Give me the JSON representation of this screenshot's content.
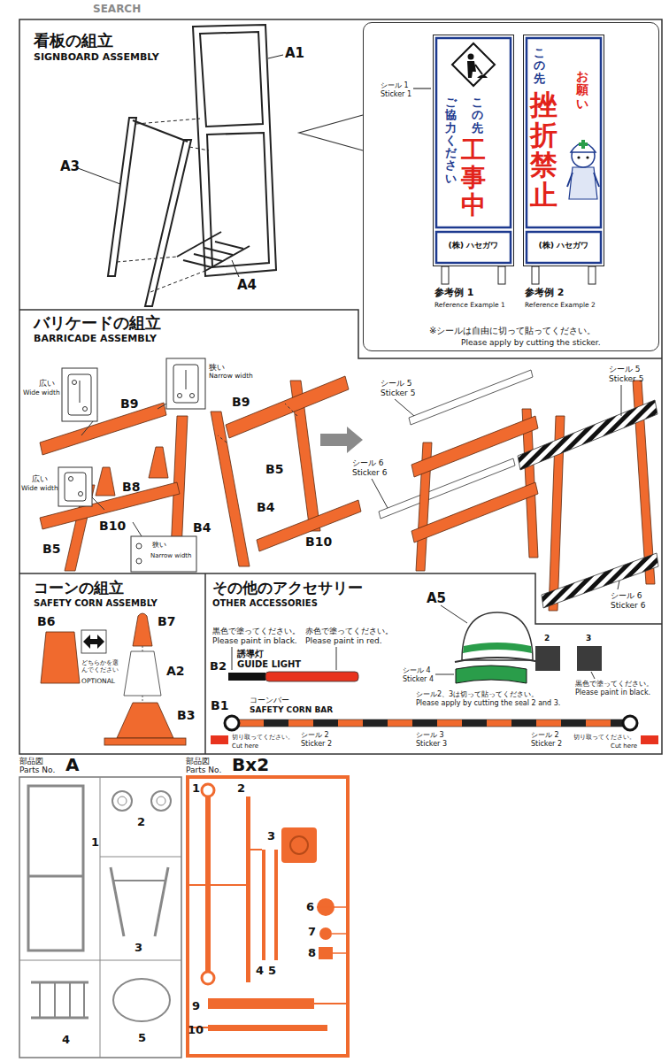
{
  "diagram": {
    "nodes": [
      {
        "text": [
          "看板の組立",
          "SIGNBOARD ASSEMBLY"
        ]
      },
      {
        "text": [
          "※シールは自由に切って貼ってください。",
          "Please apply by cutting the sticker."
        ]
      },
      {
        "text": [
          "この先",
          "工事中",
          "ご協力ください",
          "(株) ハセガワ",
          "参考例 1",
          "Reference Example 1"
        ],
        "in": 1
      },
      {
        "text": [
          "この先",
          "挫折禁止",
          "お願い",
          "(株) ハセガワ",
          "参考例 2",
          "Reference Example 2"
        ],
        "in": 1
      },
      {
        "text": [
          "バリケードの組立",
          "BARRICADE ASSEMBLY"
        ]
      },
      {
        "text": [
          "コーンの組立",
          "SAFETY CORN ASSEMBLY"
        ]
      },
      {
        "text": [
          "その他のアクセサリー",
          "OTHER ACCESSORIES"
        ]
      },
      {
        "text": [
          "部品図 Parts No.",
          "A"
        ]
      },
      {
        "text": [
          "部品図 Parts No.",
          "Bx2"
        ]
      }
    ],
    "labels": [
      "SEARCH",
      "A1",
      "A3",
      "A4",
      "シール 1",
      "Sticker 1",
      "広い",
      "Wide width",
      "狭い",
      "Narrow width",
      "B9",
      "B8",
      "広い",
      "Wide width",
      "B10",
      "B5",
      "B4",
      "狭い",
      "Narrow width",
      "B9",
      "B5",
      "B4",
      "B10",
      "シール 5",
      "Sticker 5",
      "シール 6",
      "Sticker 6",
      "シール 5",
      "Sticker 5",
      "シール 6",
      "Sticker 6",
      "B7",
      "B6",
      "A2",
      "B3",
      "どちらかを選んでください",
      "OPTIONAL",
      "A5",
      "黒色で塗ってください。",
      "Please paint in black.",
      "赤色で塗ってください。",
      "Please paint in red.",
      "B2",
      "誘導灯",
      "GUIDE LIGHT",
      "シール 4",
      "Sticker 4",
      "2",
      "3",
      "シール2、3は切って貼ってください。",
      "Please apply by cutting the seal 2 and 3.",
      "黒色で塗ってください。",
      "Please paint in black.",
      "B1",
      "コーンバー",
      "SAFETY CORN BAR",
      "切り取ってください。",
      "Cut here",
      "シール 2",
      "Sticker 2",
      "シール 3",
      "Sticker 3",
      "シール 2",
      "Sticker 2",
      "切り取ってください。",
      "Cut here",
      "1",
      "2",
      "3",
      "4",
      "5",
      "1",
      "2",
      "3",
      "4",
      "5",
      "6",
      "7",
      "8",
      "9",
      "10"
    ]
  }
}
